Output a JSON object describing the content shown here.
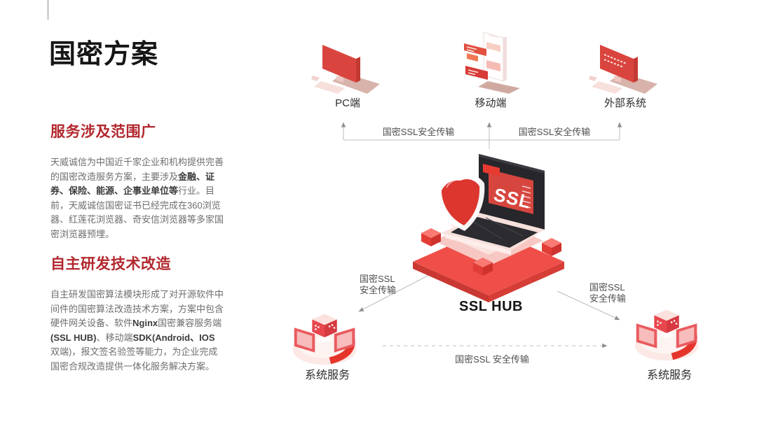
{
  "page": {
    "title": "国密方案"
  },
  "sections": [
    {
      "heading": "服务涉及范围广",
      "body_parts": [
        {
          "text": "天威诚信为中国近千家企业和机构提供完善的国密改造服务方案，主要涉及",
          "bold": false
        },
        {
          "text": "金融、证券、保险、能源、企事业单位等",
          "bold": true
        },
        {
          "text": "行业。目前，天威诚信国密证书已经完成在360浏览器、红莲花浏览器、奇安信浏览器等多家国密浏览器预埋。",
          "bold": false
        }
      ]
    },
    {
      "heading": "自主研发技术改造",
      "body_parts": [
        {
          "text": "自主研发国密算法模块形成了对开源软件中间件的国密算法改造技术方案，方案中包含硬件网关设备、软件",
          "bold": false
        },
        {
          "text": "Nginx",
          "bold": true
        },
        {
          "text": "国密兼容服务端",
          "bold": false
        },
        {
          "text": "(SSL HUB)",
          "bold": true
        },
        {
          "text": "、移动端",
          "bold": false
        },
        {
          "text": "SDK(Android、IOS",
          "bold": true
        },
        {
          "text": "双端)，报文签名验签等能力，为企业完成国密合规改造提供一体化服务解决方案。",
          "bold": false
        }
      ]
    }
  ],
  "diagram": {
    "nodes": {
      "pc": {
        "label": "PC端"
      },
      "mobile": {
        "label": "移动端"
      },
      "external": {
        "label": "外部系统"
      },
      "hub": {
        "label": "SSL HUB",
        "screen_text": "SSL"
      },
      "service_left": {
        "label": "系统服务"
      },
      "service_right": {
        "label": "系统服务"
      }
    },
    "links": {
      "top_left": "国密SSL安全传输",
      "top_right": "国密SSL安全传输",
      "hub_left_line1": "国密SSL",
      "hub_left_line2": "安全传输",
      "hub_right_line1": "国密SSL",
      "hub_right_line2": "安全传输",
      "bottom": "国密SSL 安全传输"
    }
  },
  "colors": {
    "accent-red": "#b2282e",
    "title-black": "#161616",
    "body-gray": "#6e6e6e",
    "body-bold-gray": "#3c3c3c",
    "label-gray": "#4f4f4f",
    "node-label-dark": "#2e2e2e",
    "connector-gray": "#bdbdbd",
    "arrow-gray": "#8f8f8f",
    "illustration-red": "#e0423c",
    "illustration-pink": "#f9d2cd"
  }
}
